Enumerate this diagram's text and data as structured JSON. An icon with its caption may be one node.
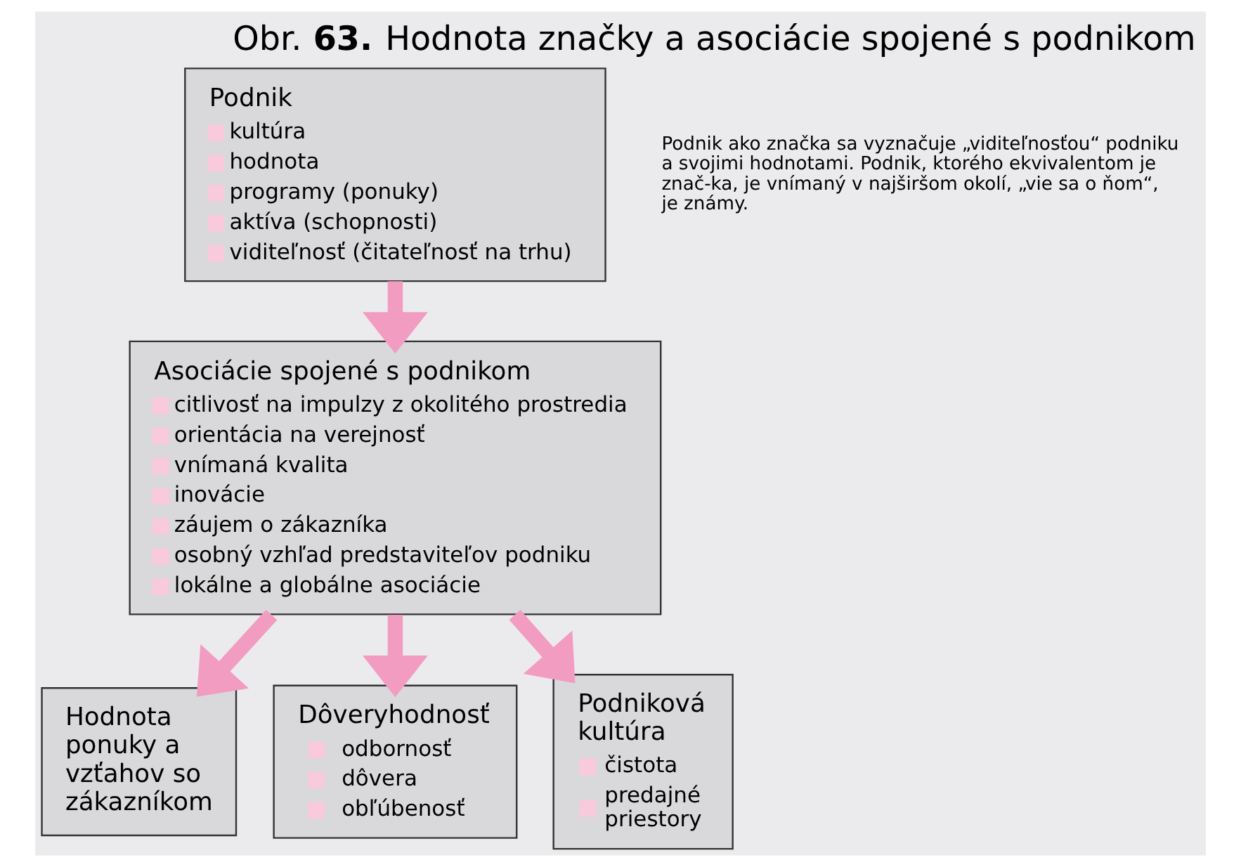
{
  "diagram": {
    "title": "Obr. **63.** Hodnota značky a asociácie spojené s podnikom",
    "nodes": [
      {
        "text": [
          "Podnik",
          "kultúra",
          "hodnota",
          "programy (ponuky)",
          "aktíva (schopnosti)",
          "viditeľnosť (čitateľnosť na trhu)"
        ]
      },
      {
        "text": [
          "Asociácie spojené s podnikom",
          "citlivosť na impulzy z okolitého prostredia",
          "orientácia na verejnosť",
          "vnímaná kvalita",
          "inovácie",
          "záujem o zákazníka",
          "osobný vzhľad predstaviteľov podniku",
          "lokálne a globálne asociácie"
        ]
      },
      {
        "text": [
          "Hodnota ponuky a vzťahov so zákazníkom"
        ]
      },
      {
        "text": [
          "Dôveryhodnosť",
          "odbornosť",
          "dôvera",
          "obľúbenosť"
        ]
      },
      {
        "text": [
          "Podniková kultúra",
          "čistota",
          "predajné priestory"
        ]
      }
    ],
    "edges": [
      {
        "from": 0,
        "to": 1,
        "arrow": "to"
      },
      {
        "from": 1,
        "to": 2,
        "arrow": "to"
      },
      {
        "from": 1,
        "to": 3,
        "arrow": "to"
      },
      {
        "from": 1,
        "to": 4,
        "arrow": "to"
      }
    ],
    "labels": [
      "Podnik ako značka sa vyznačuje „viditeľnosťou“ podniku a svojimi hodnotami. Podnik, ktorého ekvivalentom je znač-ka, je vnímaný v najširšom okolí, „vie sa o ňom“, je známy."
    ]
  }
}
